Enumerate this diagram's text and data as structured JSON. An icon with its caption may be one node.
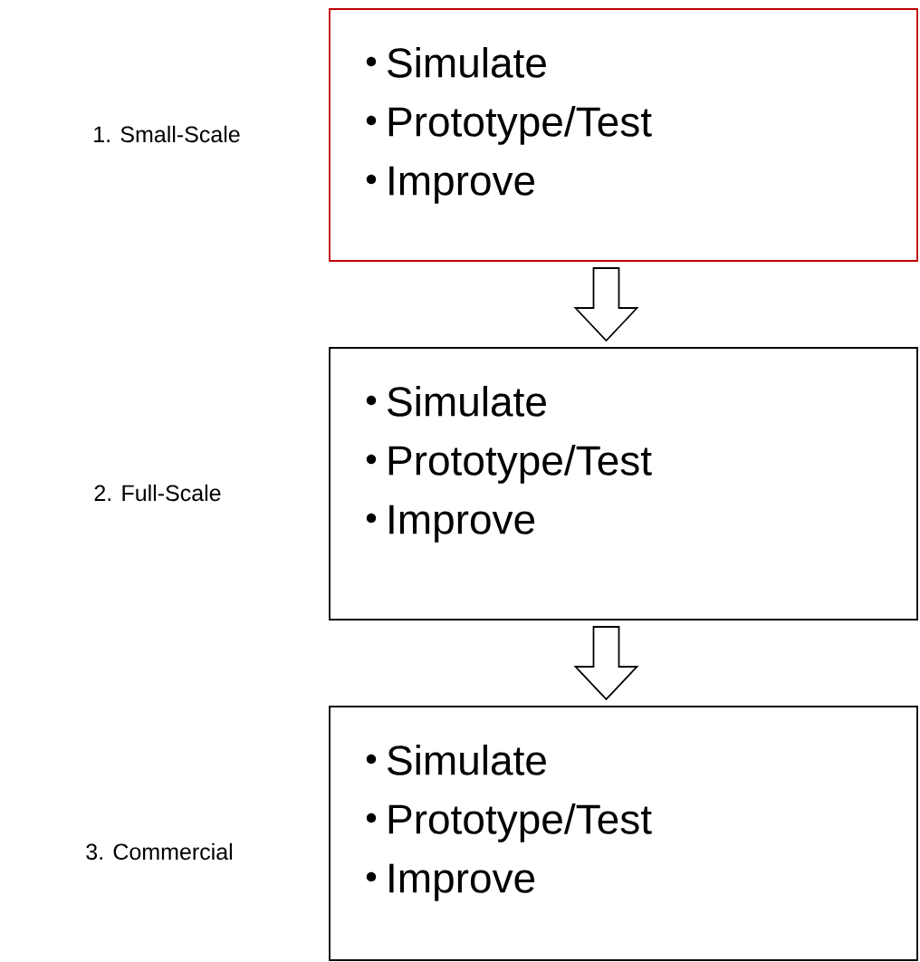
{
  "diagram": {
    "nodes": [
      {
        "text": [
          "Simulate",
          "Prototype/Test",
          "Improve"
        ]
      },
      {
        "text": [
          "Simulate",
          "Prototype/Test",
          "Improve"
        ]
      },
      {
        "text": [
          "Simulate",
          "Prototype/Test",
          "Improve"
        ]
      }
    ],
    "edges": [
      {
        "from": 0,
        "to": 1,
        "arrow": "to"
      },
      {
        "from": 1,
        "to": 2,
        "arrow": "to"
      }
    ],
    "labels": [
      "1. Small-Scale",
      "2. Full-Scale",
      "3. Commercial"
    ]
  }
}
